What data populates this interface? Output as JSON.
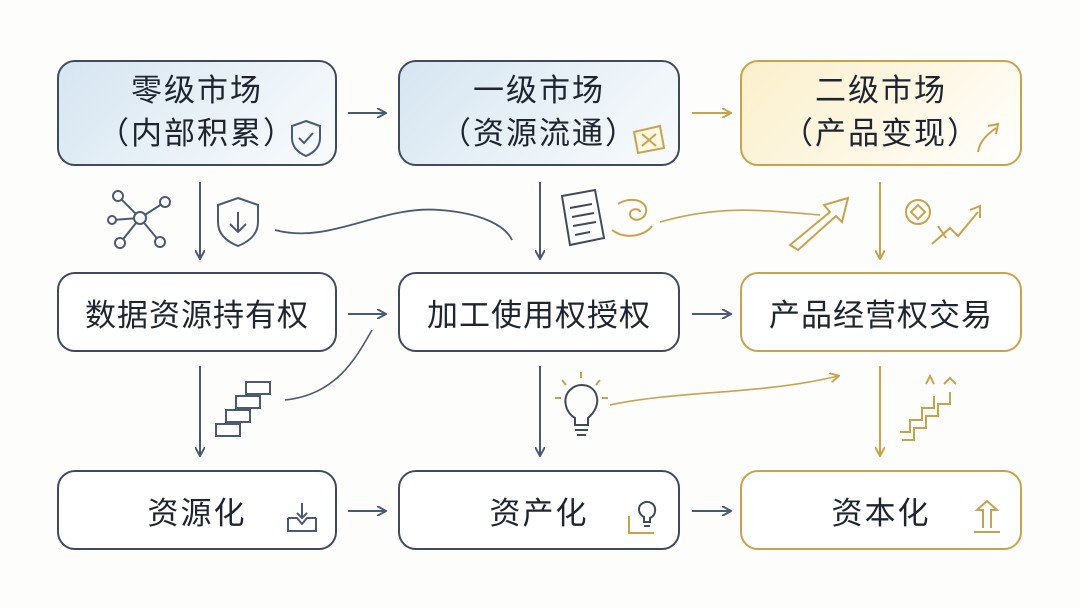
{
  "row1": {
    "zero": {
      "line1": "零级市场",
      "line2": "（内部积累）"
    },
    "primary": {
      "line1": "一级市场",
      "line2": "（资源流通）"
    },
    "secondary": {
      "line1": "二级市场",
      "line2": "（产品变现）"
    }
  },
  "row2": {
    "holding": "数据资源持有权",
    "processing": "加工使用权授权",
    "operation": "产品经营权交易"
  },
  "row3": {
    "resource": "资源化",
    "asset": "资产化",
    "capital": "资本化"
  },
  "colors": {
    "line": "#3f4a5c",
    "arrow_blue": "#4a5a75",
    "gold": "#c9a24e",
    "blue_fill": "#d5e5f1",
    "gold_fill": "#fbf0cc"
  }
}
